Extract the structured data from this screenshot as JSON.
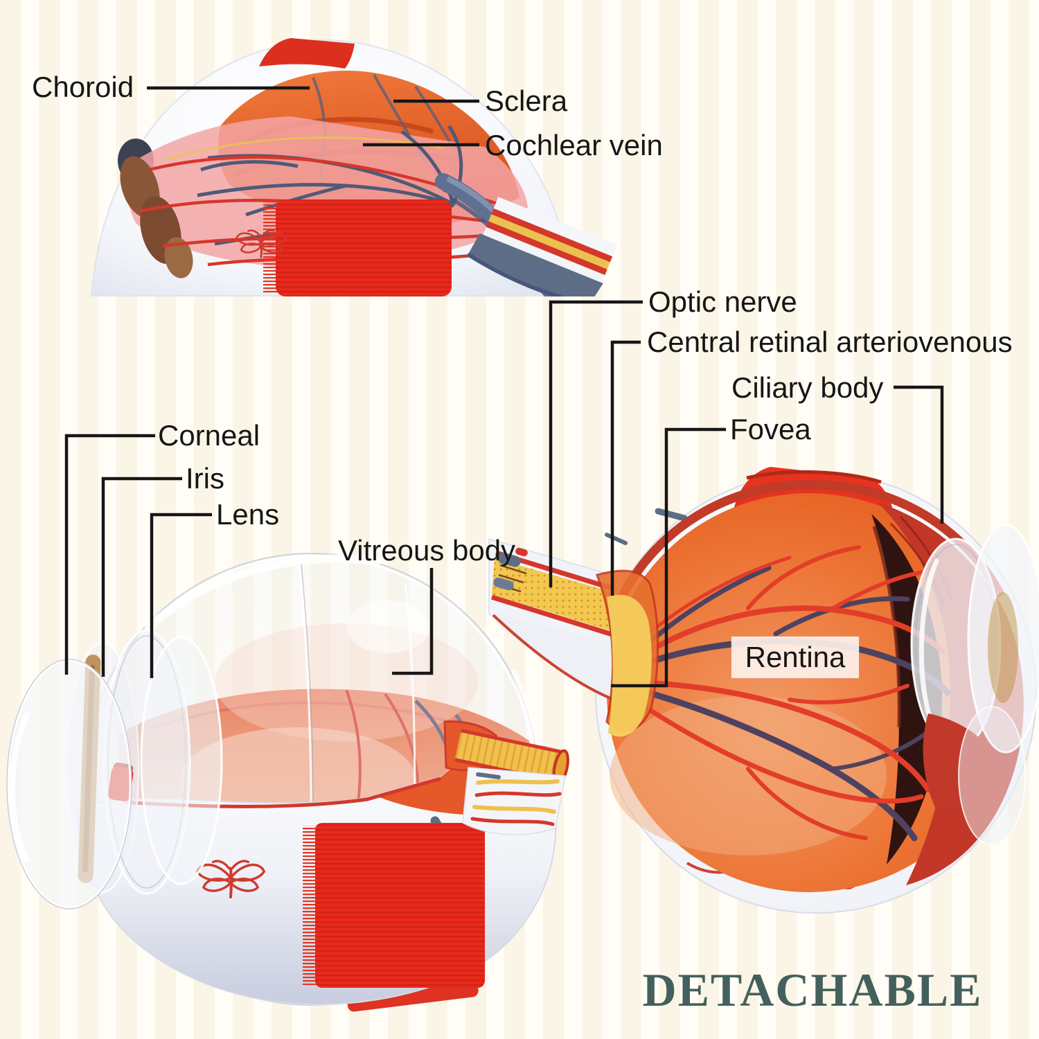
{
  "labels": {
    "choroid": "Choroid",
    "sclera": "Sclera",
    "cochlear_vein": "Cochlear vein",
    "optic_nerve": "Optic nerve",
    "central_retinal": "Central retinal arteriovenous",
    "ciliary_body": "Ciliary body",
    "fovea": "Fovea",
    "corneal": "Corneal",
    "iris": "Iris",
    "lens": "Lens",
    "vitreous_body": "Vitreous body",
    "retina_tag": "Rentina"
  },
  "badge": {
    "text": "DETACHABLE"
  },
  "colors": {
    "label_text": "#161616",
    "leader_line": "#161616",
    "badge_text": "#44605c",
    "background": "#fffdf6",
    "model_red": "#e5331f",
    "artery_red": "#d5372b",
    "vein_slate": "#5d6d85",
    "retina_orange": "#e96a2e",
    "nerve_yellow": "#f3c84f",
    "sclera_white": "#f2f3f8",
    "dark_pigment": "#2f1311"
  }
}
